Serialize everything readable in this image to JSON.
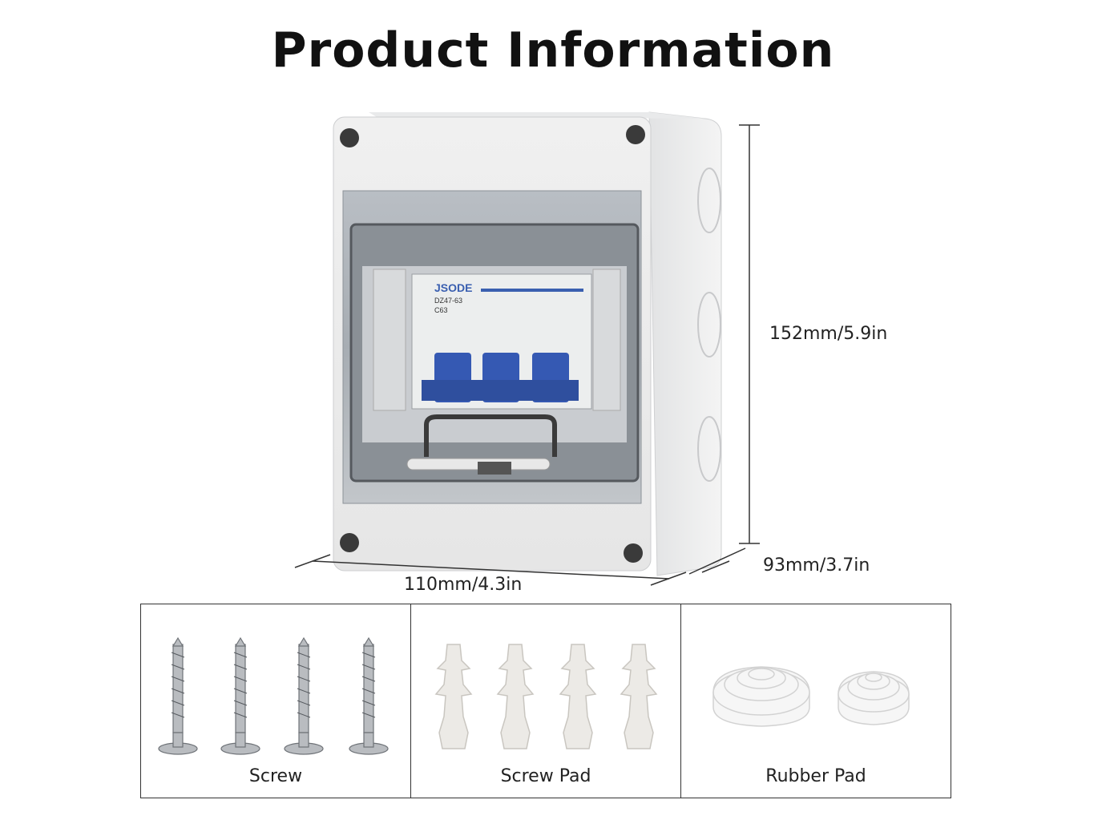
{
  "title": "Product Information",
  "dimensions": {
    "height": "152mm/5.9in",
    "width": "110mm/4.3in",
    "depth": "93mm/3.7in"
  },
  "breaker": {
    "brand": "JSODE",
    "model": "DZ47-63",
    "rating": "C63"
  },
  "accessories": [
    {
      "label": "Screw",
      "icon": "screw-icon"
    },
    {
      "label": "Screw Pad",
      "icon": "wall-anchor-icon"
    },
    {
      "label": "Rubber Pad",
      "icon": "rubber-grommet-icon"
    }
  ]
}
